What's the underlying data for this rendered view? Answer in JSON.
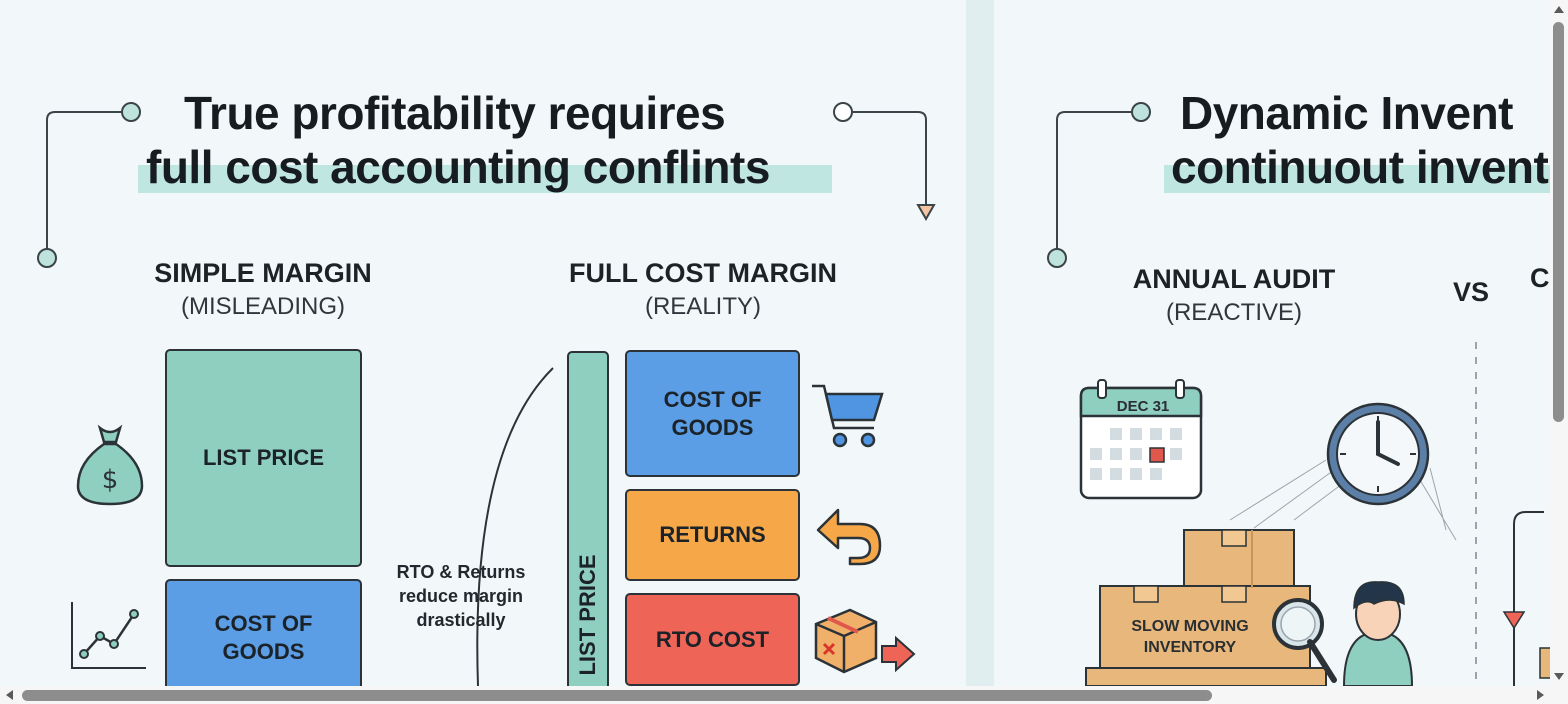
{
  "left_panel": {
    "title_line1": "True profitability requires",
    "title_line2": "full cost accounting conflints",
    "simple_margin": {
      "heading": "SIMPLE MARGIN",
      "subheading": "(MISLEADING)",
      "box1": "LIST PRICE",
      "box2_line1": "COST OF",
      "box2_line2": "GOODS"
    },
    "full_cost_margin": {
      "heading": "FULL COST MARGIN",
      "subheading": "(REALITY)",
      "bar_label": "LIST PRICE",
      "box1_line1": "COST OF",
      "box1_line2": "GOODS",
      "box2": "RETURNS",
      "box3": "RTO COST"
    },
    "note_line1": "RTO & Returns",
    "note_line2": "reduce margin",
    "note_line3": "drastically"
  },
  "right_panel": {
    "title_line1": "Dynamic Invent",
    "title_line2": "continuout invento",
    "audit_heading": "ANNUAL AUDIT",
    "audit_subheading": "(REACTIVE)",
    "vs_label": "VS",
    "partial_heading": "C",
    "calendar_label": "DEC 31",
    "box_label_line1": "SLOW MOVING",
    "box_label_line2": "INVENTORY"
  },
  "icons": {
    "money_bag": "money-bag-icon",
    "chart": "line-chart-icon",
    "cart": "shopping-cart-icon",
    "return": "return-arrow-icon",
    "package": "damaged-package-icon",
    "calendar": "calendar-icon",
    "clock": "wall-clock-icon"
  },
  "colors": {
    "teal": "#8fcfc0",
    "blue": "#5b9ee6",
    "orange": "#f6a849",
    "red": "#ee6456",
    "highlight": "#bfe6e0"
  }
}
